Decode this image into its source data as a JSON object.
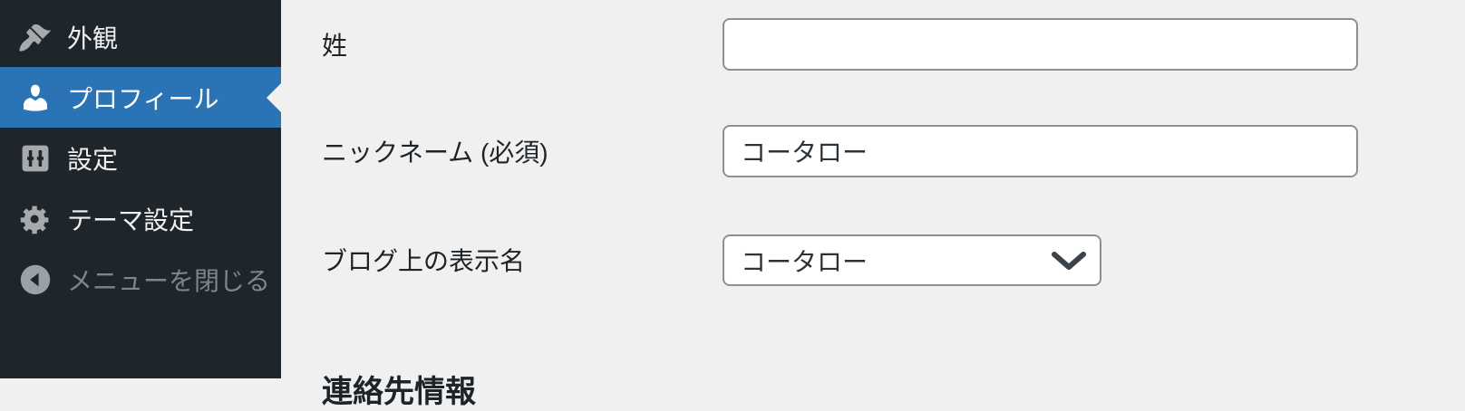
{
  "colors": {
    "sidebar_bg": "#1f262b",
    "active_item_bg": "#2a73b5",
    "content_bg": "#f0f0f1",
    "menu_text": "#f0f0f1",
    "collapse_text": "#7e858b",
    "icon_gray": "#a7aaad",
    "label_text": "#1d2327",
    "input_border": "#8c8f94",
    "input_text": "#2c3338",
    "input_bg": "#ffffff"
  },
  "sidebar": {
    "items": [
      {
        "label": "外観",
        "icon": "brush-icon",
        "active": false
      },
      {
        "label": "プロフィール",
        "icon": "user-icon",
        "active": true
      },
      {
        "label": "設定",
        "icon": "sliders-icon",
        "active": false
      },
      {
        "label": "テーマ設定",
        "icon": "gear-icon",
        "active": false
      },
      {
        "label": "メニューを閉じる",
        "icon": "collapse-icon",
        "active": false
      }
    ]
  },
  "form": {
    "rows": [
      {
        "label": "姓",
        "control": "text-input",
        "value": "",
        "placeholder": ""
      },
      {
        "label": "ニックネーム (必須)",
        "control": "text-input",
        "value": "コータロー",
        "placeholder": ""
      },
      {
        "label": "ブログ上の表示名",
        "control": "select",
        "value": "コータロー"
      }
    ],
    "section_heading": "連絡先情報"
  }
}
